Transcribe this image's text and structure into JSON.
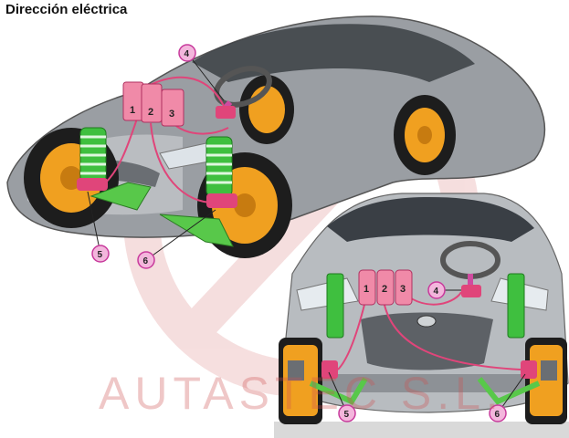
{
  "title": "Dirección eléctrica",
  "watermark": "AUTASTEC S.L.",
  "colors": {
    "accent_magenta": "#c83a9c",
    "callout_fill": "#f3b6dc",
    "ecu_fill": "#f08aa8",
    "spring_green": "#3fbf3f",
    "wheel_orange": "#f0a020",
    "watermark_red": "#cc5050"
  },
  "components_top": [
    {
      "num": "1"
    },
    {
      "num": "2"
    },
    {
      "num": "3"
    }
  ],
  "components_bottom": [
    {
      "num": "1"
    },
    {
      "num": "2"
    },
    {
      "num": "3"
    }
  ],
  "callouts_top": [
    {
      "num": "4",
      "icon": "steering-wheel-icon"
    },
    {
      "num": "5",
      "icon": "wheel-sensor-icon"
    },
    {
      "num": "6",
      "icon": "wheel-sensor-icon"
    }
  ],
  "callouts_bottom": [
    {
      "num": "4",
      "icon": "steering-wheel-icon"
    },
    {
      "num": "5",
      "icon": "wheel-sensor-icon"
    },
    {
      "num": "6",
      "icon": "wheel-sensor-icon"
    }
  ]
}
